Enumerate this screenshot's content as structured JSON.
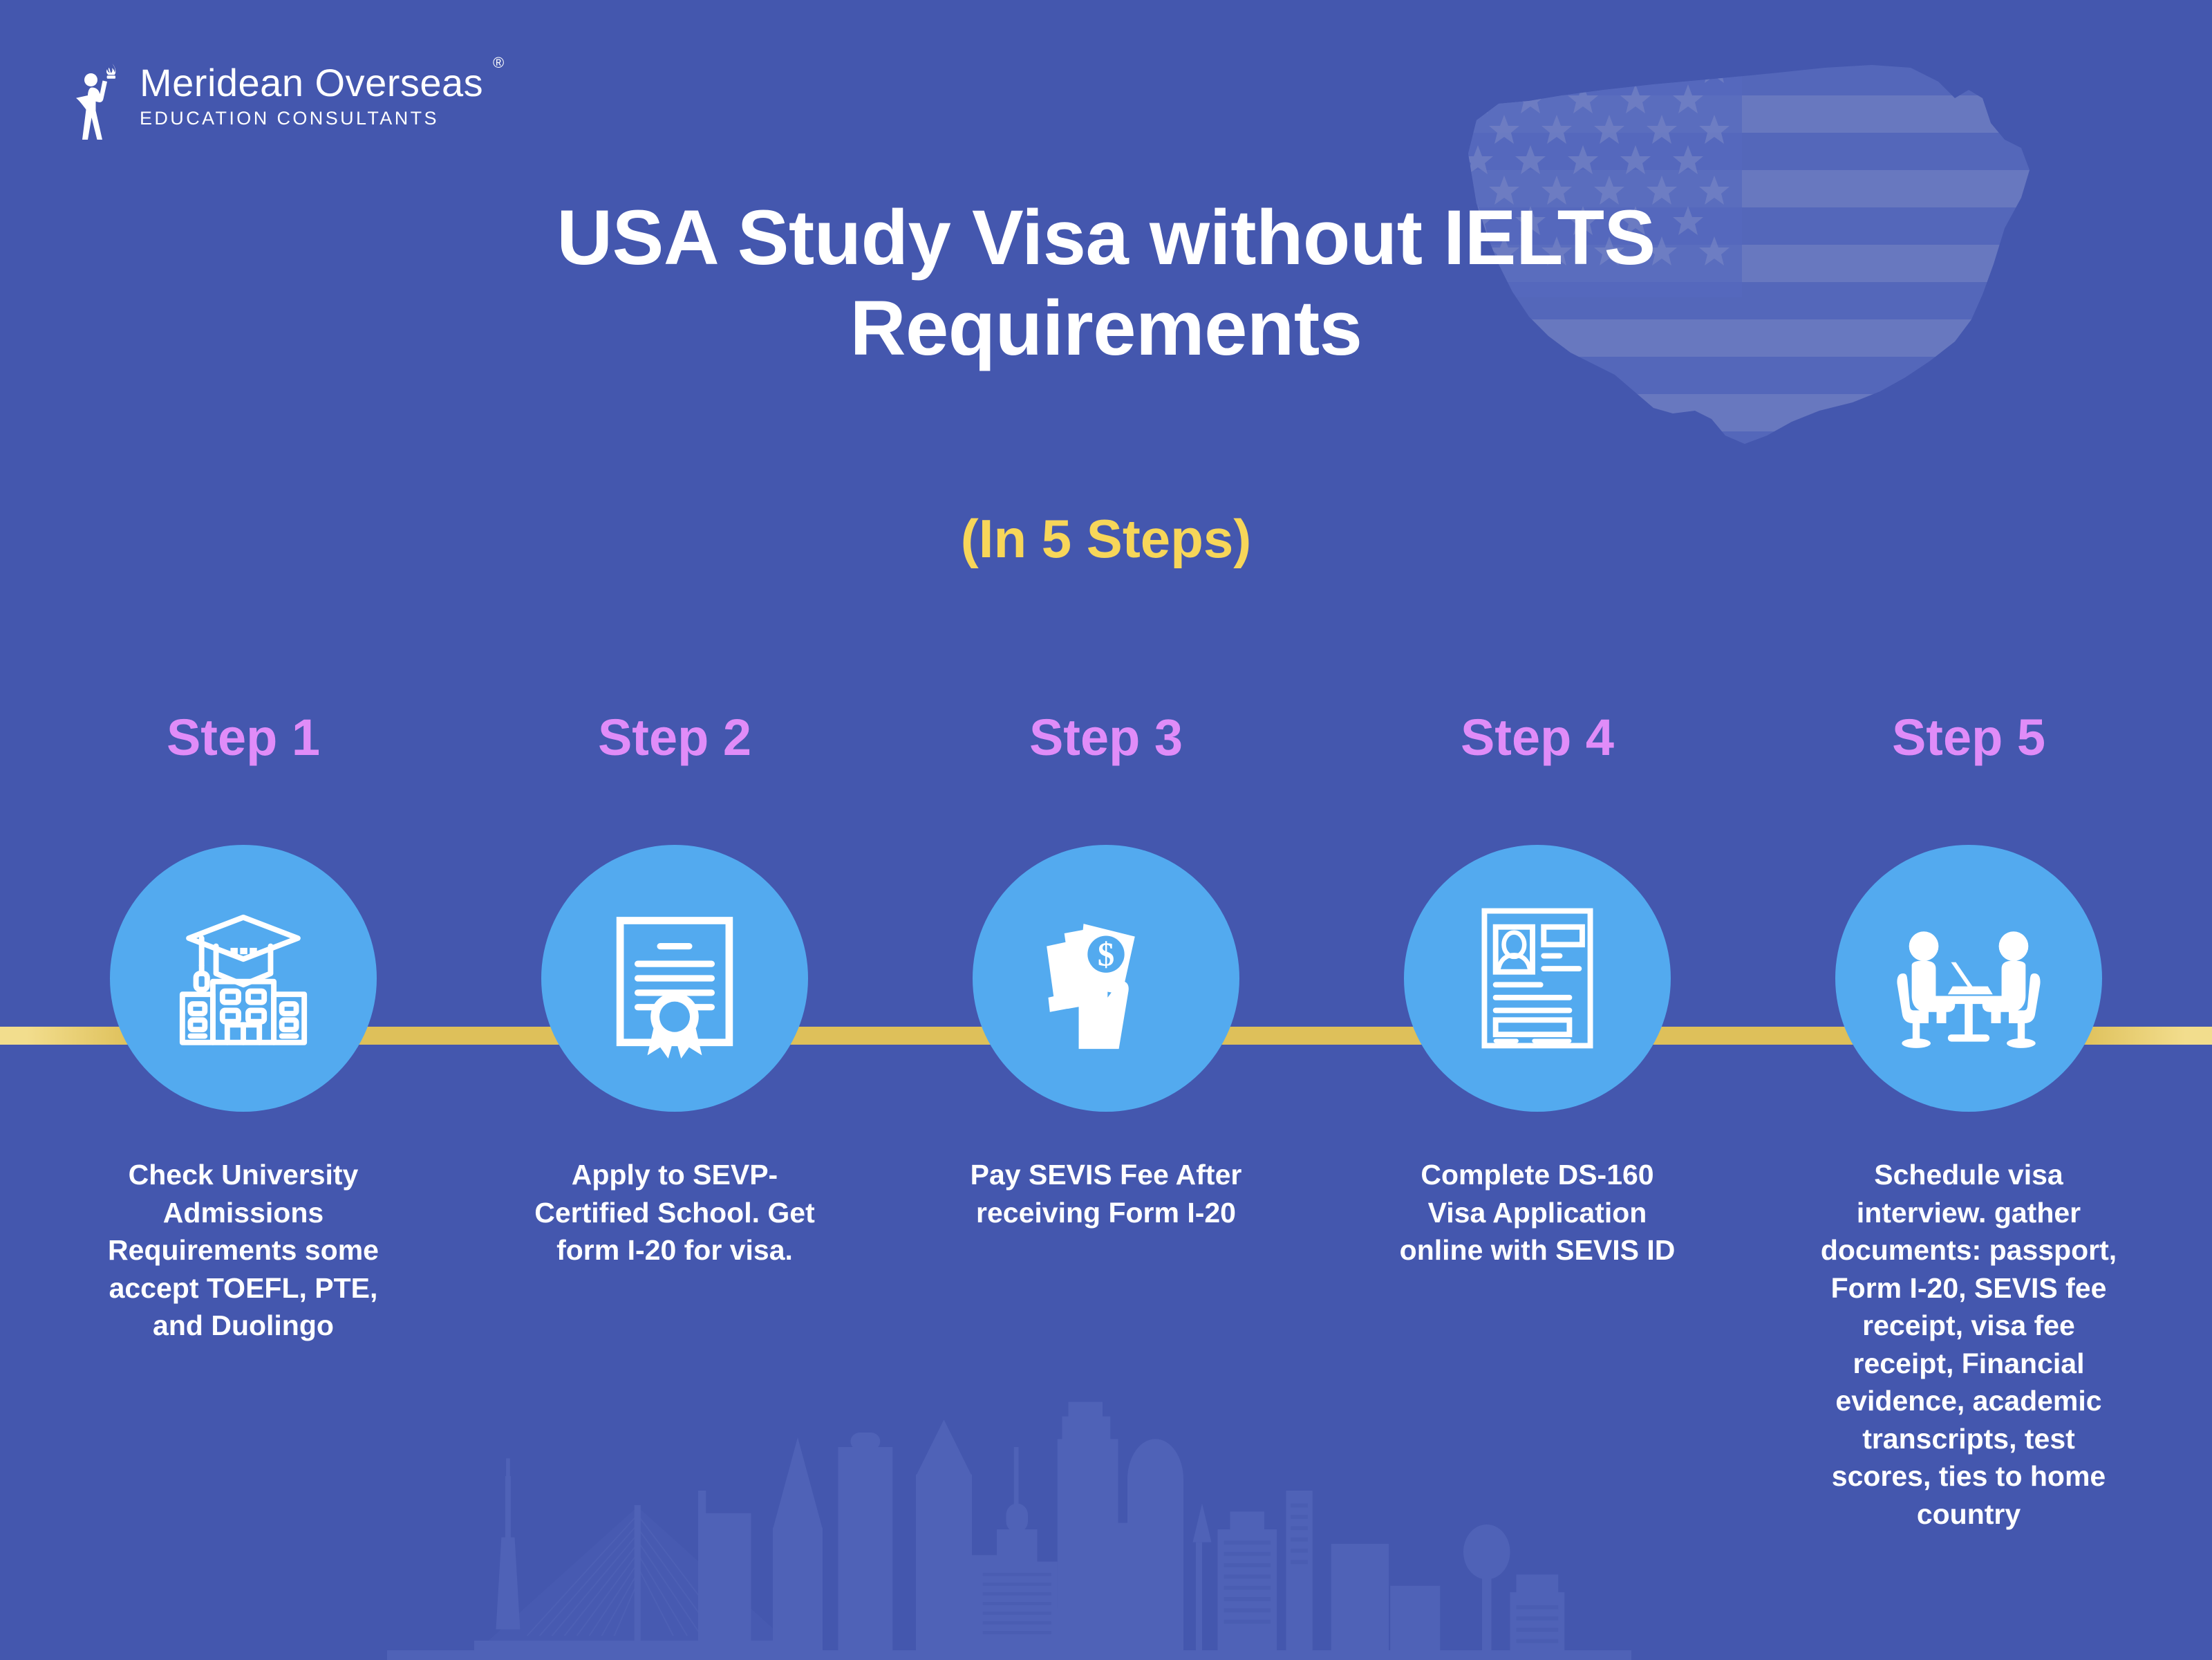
{
  "brand": {
    "name": "Meridean Overseas",
    "subtitle": "EDUCATION CONSULTANTS",
    "registered_mark": "®"
  },
  "heading": {
    "title": "USA Study Visa without IELTS Requirements",
    "subtitle": "(In 5 Steps)"
  },
  "colors": {
    "background": "#4457AE",
    "circle": "#53AAEF",
    "connector_line": "#DEC05A",
    "step_label": "#E08CF8",
    "subtitle": "#F7D659",
    "text": "#FFFFFF"
  },
  "steps": [
    {
      "label": "Step 1",
      "icon": "university-building-icon",
      "description": "Check University Admissions Requirements some accept TOEFL, PTE, and Duolingo"
    },
    {
      "label": "Step 2",
      "icon": "certificate-icon",
      "description": "Apply to SEVP-Certified School. Get form I-20 for visa."
    },
    {
      "label": "Step 3",
      "icon": "hand-holding-money-icon",
      "description": "Pay SEVIS Fee After receiving Form I-20"
    },
    {
      "label": "Step 4",
      "icon": "application-form-icon",
      "description": "Complete DS-160 Visa Application online with SEVIS ID"
    },
    {
      "label": "Step 5",
      "icon": "interview-desk-icon",
      "description": "Schedule visa interview. gather documents: passport, Form I-20, SEVIS fee receipt, visa fee receipt, Financial evidence, academic transcripts, test scores, ties to home country"
    }
  ]
}
